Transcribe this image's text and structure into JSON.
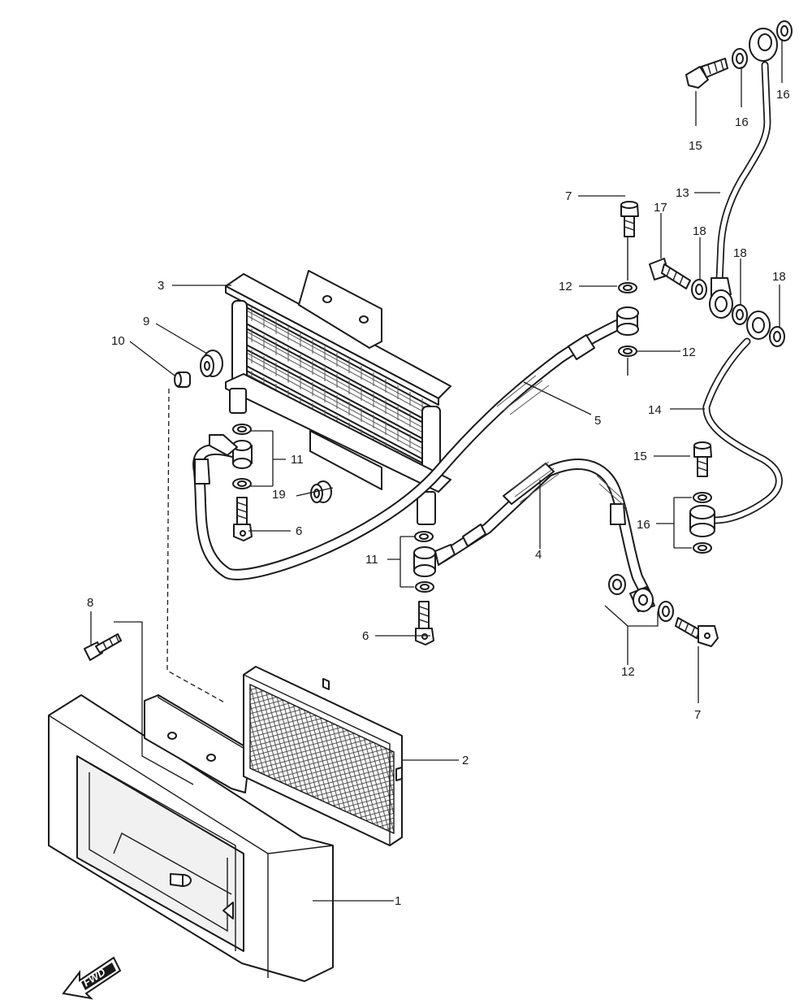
{
  "diagram": {
    "callouts": {
      "c1": "1",
      "c2": "2",
      "c3": "3",
      "c4": "4",
      "c5": "5",
      "c6a": "6",
      "c6b": "6",
      "c7a": "7",
      "c7b": "7",
      "c8": "8",
      "c9": "9",
      "c10": "10",
      "c11a": "11",
      "c11b": "11",
      "c12a": "12",
      "c12b": "12",
      "c12c": "12",
      "c13": "13",
      "c14": "14",
      "c15a": "15",
      "c15b": "15",
      "c16a": "16",
      "c16b": "16",
      "c16c": "16",
      "c17": "17",
      "c18a": "18",
      "c18b": "18",
      "c18c": "18",
      "c19": "19"
    },
    "direction_badge": "FWD"
  }
}
